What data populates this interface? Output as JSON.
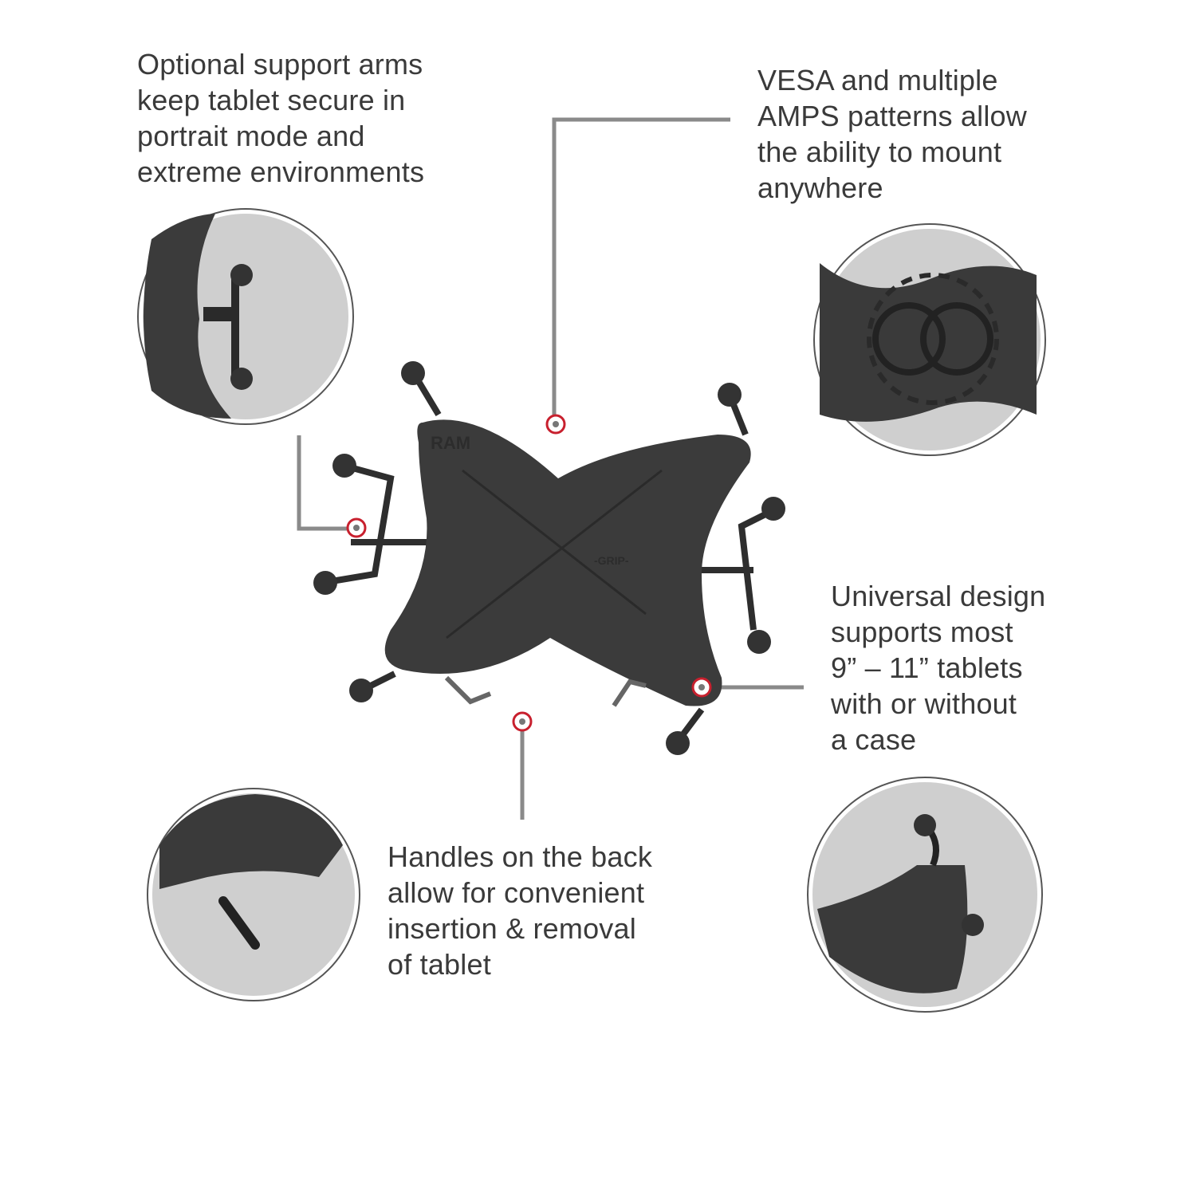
{
  "features": [
    {
      "id": "support-arms",
      "lines": [
        "Optional support arms",
        "keep tablet secure in",
        "portrait mode and",
        "extreme environments"
      ]
    },
    {
      "id": "vesa-amps",
      "lines": [
        "VESA and multiple",
        "AMPS patterns allow",
        "the ability to mount",
        "anywhere"
      ]
    },
    {
      "id": "universal-design",
      "lines": [
        "Universal design",
        "supports most",
        "9” – 11” tablets",
        "with or without",
        "a case"
      ]
    },
    {
      "id": "handles",
      "lines": [
        "Handles on the back",
        "allow for convenient",
        "insertion & removal",
        "of tablet"
      ]
    }
  ],
  "product_marks": {
    "brand": "RAM",
    "grip": "-GRIP-"
  },
  "colors": {
    "text": "#3a3a3a",
    "leader": "#8a8a8a",
    "marker": "#c8202e",
    "product": "#3b3b3b",
    "detail_bg": "#cfcfcf"
  }
}
